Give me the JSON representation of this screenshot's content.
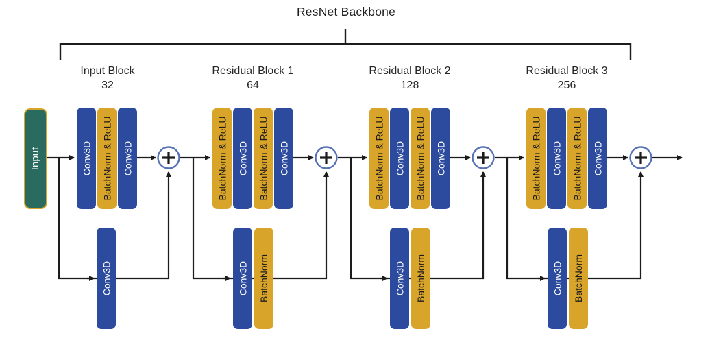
{
  "title": "ResNet Backbone",
  "input": {
    "label": "Input"
  },
  "blocks": [
    {
      "name": "Input Block",
      "channels": "32",
      "layers": [
        "Conv3D",
        "BatchNorm & ReLU",
        "Conv3D"
      ],
      "skip": [
        "Conv3D"
      ]
    },
    {
      "name": "Residual Block 1",
      "channels": "64",
      "layers": [
        "BatchNorm & ReLU",
        "Conv3D",
        "BatchNorm & ReLU",
        "Conv3D"
      ],
      "skip": [
        "Conv3D",
        "BatchNorm"
      ]
    },
    {
      "name": "Residual Block 2",
      "channels": "128",
      "layers": [
        "BatchNorm & ReLU",
        "Conv3D",
        "BatchNorm & ReLU",
        "Conv3D"
      ],
      "skip": [
        "Conv3D",
        "BatchNorm"
      ]
    },
    {
      "name": "Residual Block 3",
      "channels": "256",
      "layers": [
        "BatchNorm & ReLU",
        "Conv3D",
        "BatchNorm & ReLU",
        "Conv3D"
      ],
      "skip": [
        "Conv3D",
        "BatchNorm"
      ]
    }
  ],
  "add_operator": "+",
  "colors": {
    "conv_blue": "#2c4b9e",
    "batchnorm_gold": "#d9a42a",
    "input_teal": "#2a6b60",
    "input_border_gold": "#d9a42a",
    "wire_black": "#1c1c1c",
    "add_circle_stroke": "#5570b5"
  }
}
